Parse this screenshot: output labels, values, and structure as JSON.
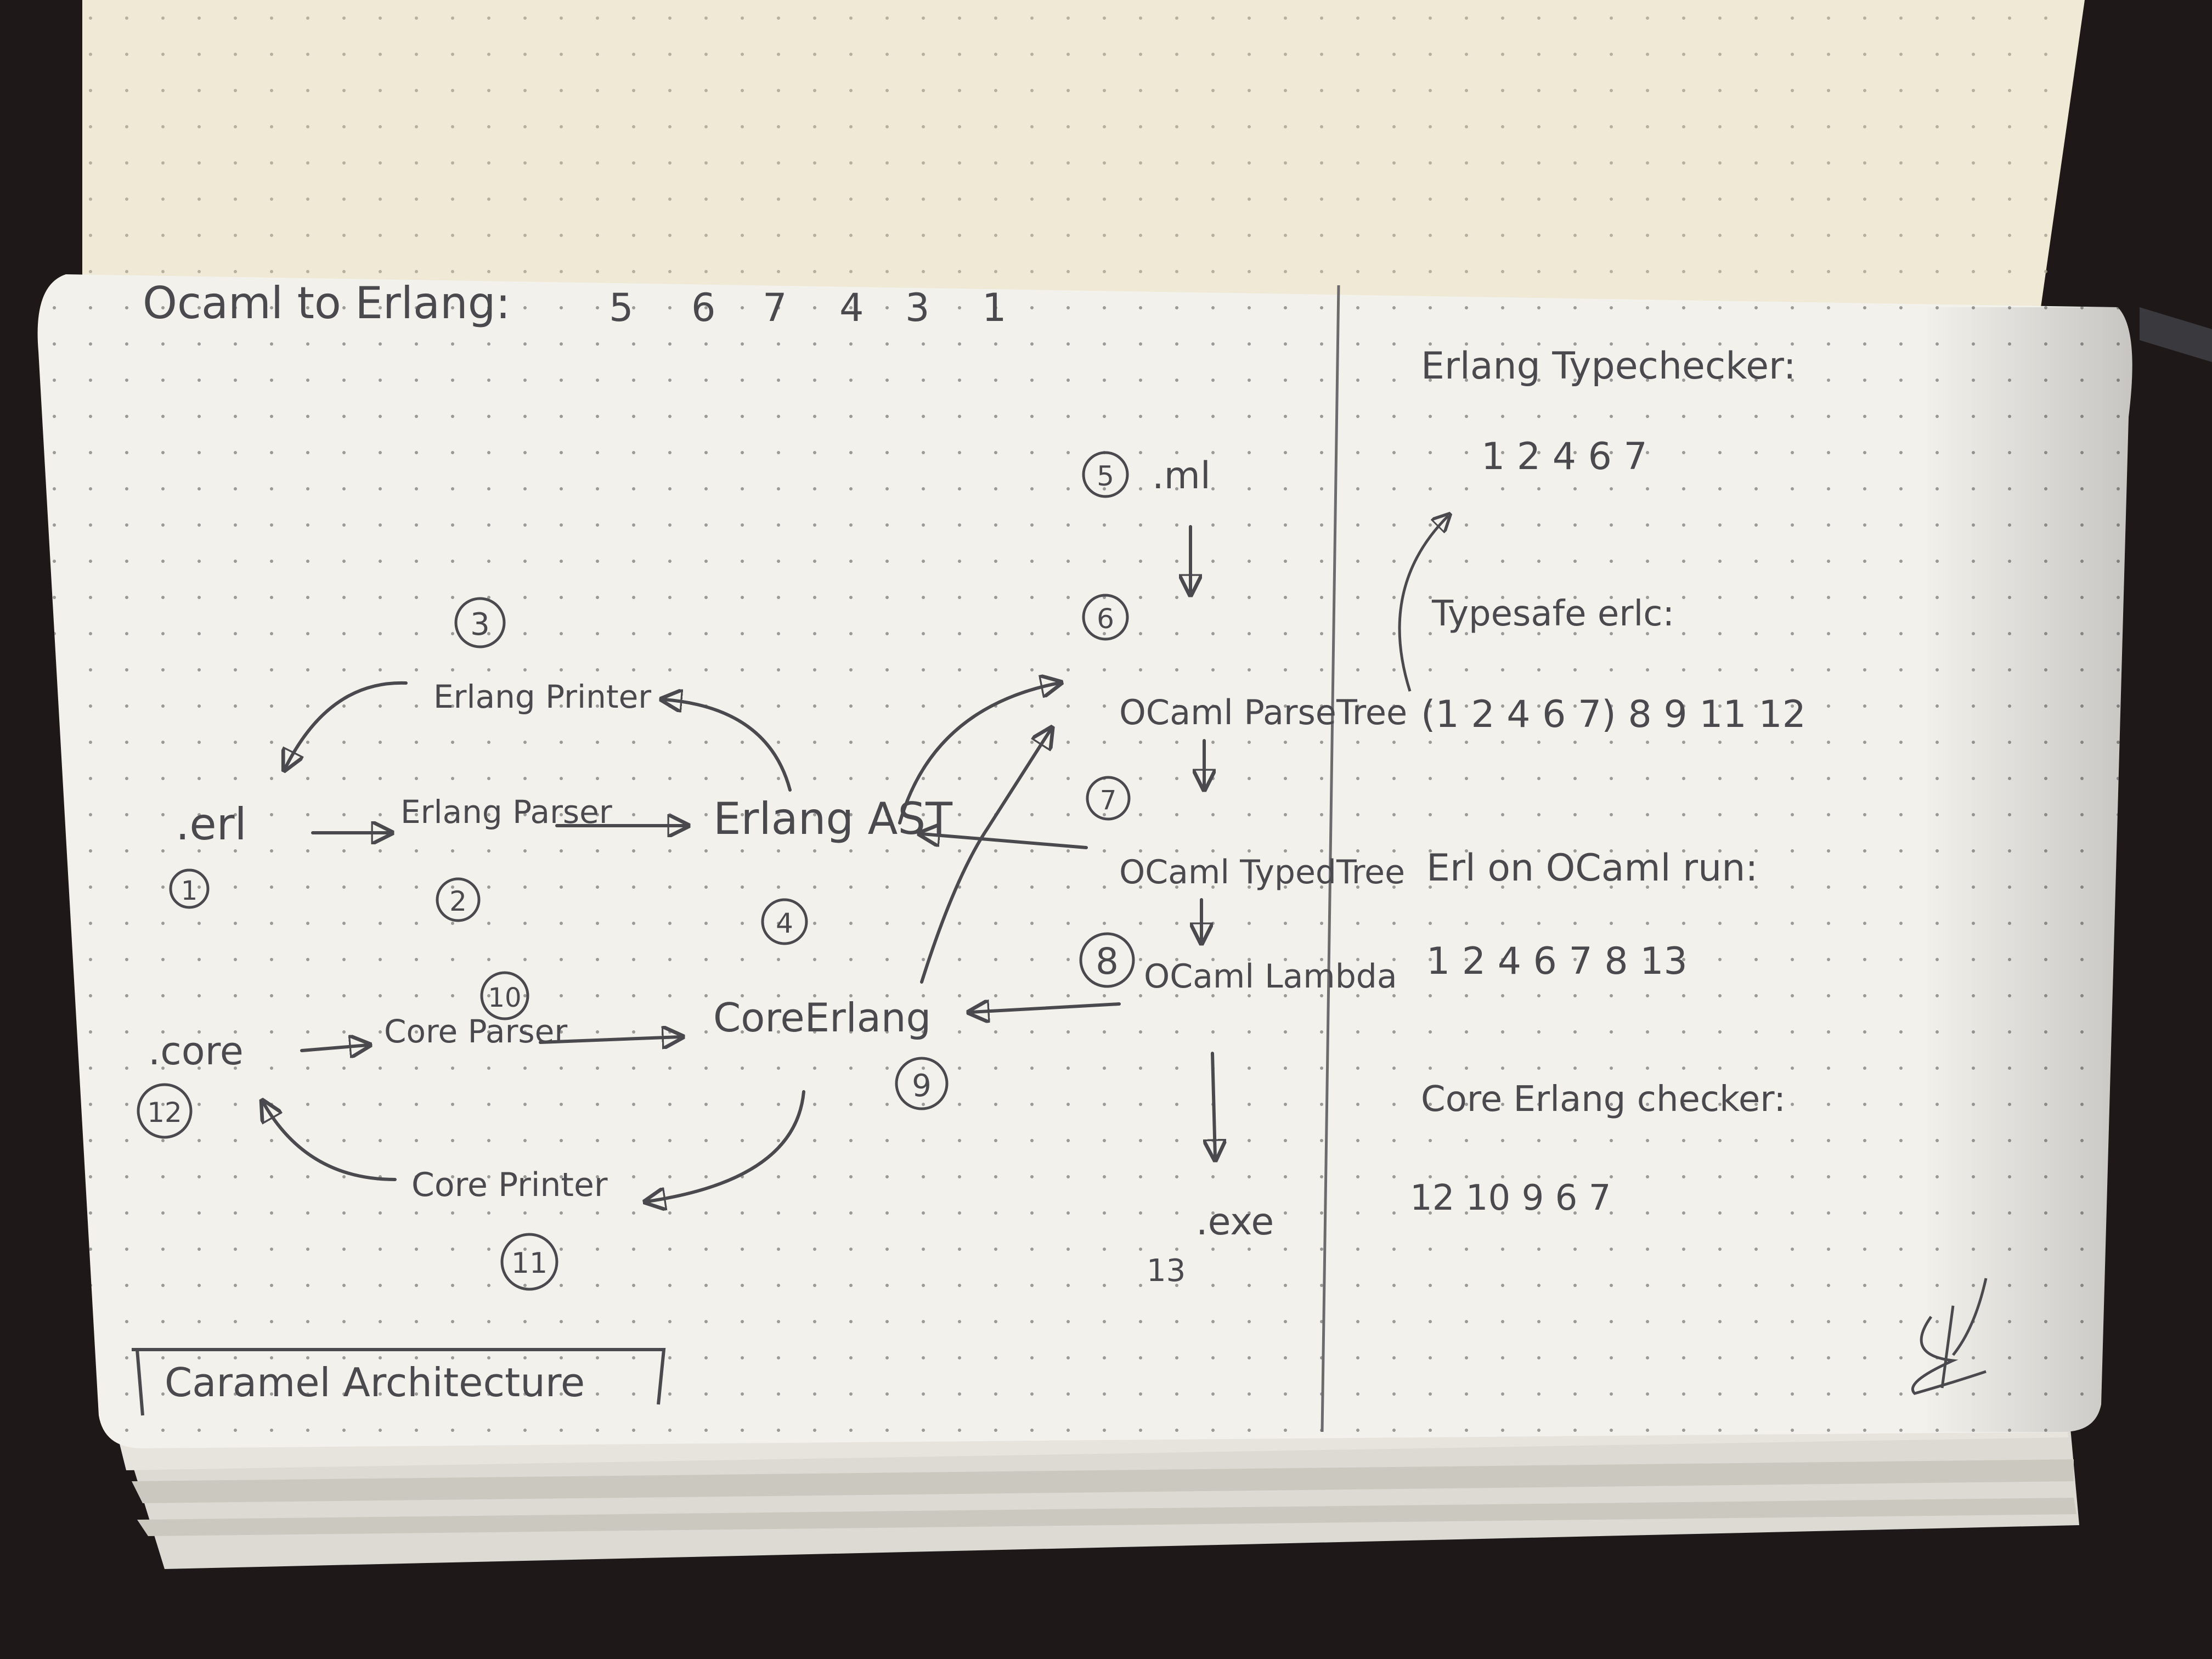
{
  "header": {
    "title": "Ocaml to Erlang:",
    "steps": [
      "5",
      "6",
      "7",
      "4",
      "3",
      "1"
    ]
  },
  "diagram": {
    "nodes": [
      {
        "id": "erl",
        "label": ".erl",
        "number": "1"
      },
      {
        "id": "erlang-parser",
        "label": "Erlang Parser",
        "number": "2"
      },
      {
        "id": "erlang-printer",
        "label": "Erlang Printer",
        "number": "3"
      },
      {
        "id": "erlang-ast",
        "label": "Erlang AST",
        "number": "4"
      },
      {
        "id": "ml",
        "label": ".ml",
        "number": "5"
      },
      {
        "id": "ocaml-parsetree",
        "label": "OCaml ParseTree",
        "number": "6"
      },
      {
        "id": "ocaml-typedtree",
        "label": "OCaml TypedTree",
        "number": "7"
      },
      {
        "id": "ocaml-lambda",
        "label": "OCaml Lambda",
        "number": "8"
      },
      {
        "id": "core-erlang",
        "label": "CoreErlang",
        "number": "9"
      },
      {
        "id": "core-parser",
        "label": "Core Parser",
        "number": "10"
      },
      {
        "id": "core-printer",
        "label": "Core Printer",
        "number": "11"
      },
      {
        "id": "core",
        "label": ".core",
        "number": "12"
      },
      {
        "id": "exe",
        "label": ".exe",
        "number": "13"
      }
    ],
    "caption": "Caramel Architecture"
  },
  "sidebar": {
    "sections": [
      {
        "heading": "Erlang Typechecker:",
        "values": "1 2 4 6 7"
      },
      {
        "heading": "Typesafe erlc:",
        "values": "(1 2 4 6 7) 8 9 11 12"
      },
      {
        "heading": "Erl on OCaml run:",
        "values": "1 2 4 6 7 8 13"
      },
      {
        "heading": "Core Erlang checker:",
        "values": "12 10 9 6 7"
      }
    ]
  },
  "colors": {
    "background": "#1e1818",
    "page": "#f2f1ec",
    "top_page": "#efe9d6",
    "ink": "#4a4a4e"
  }
}
